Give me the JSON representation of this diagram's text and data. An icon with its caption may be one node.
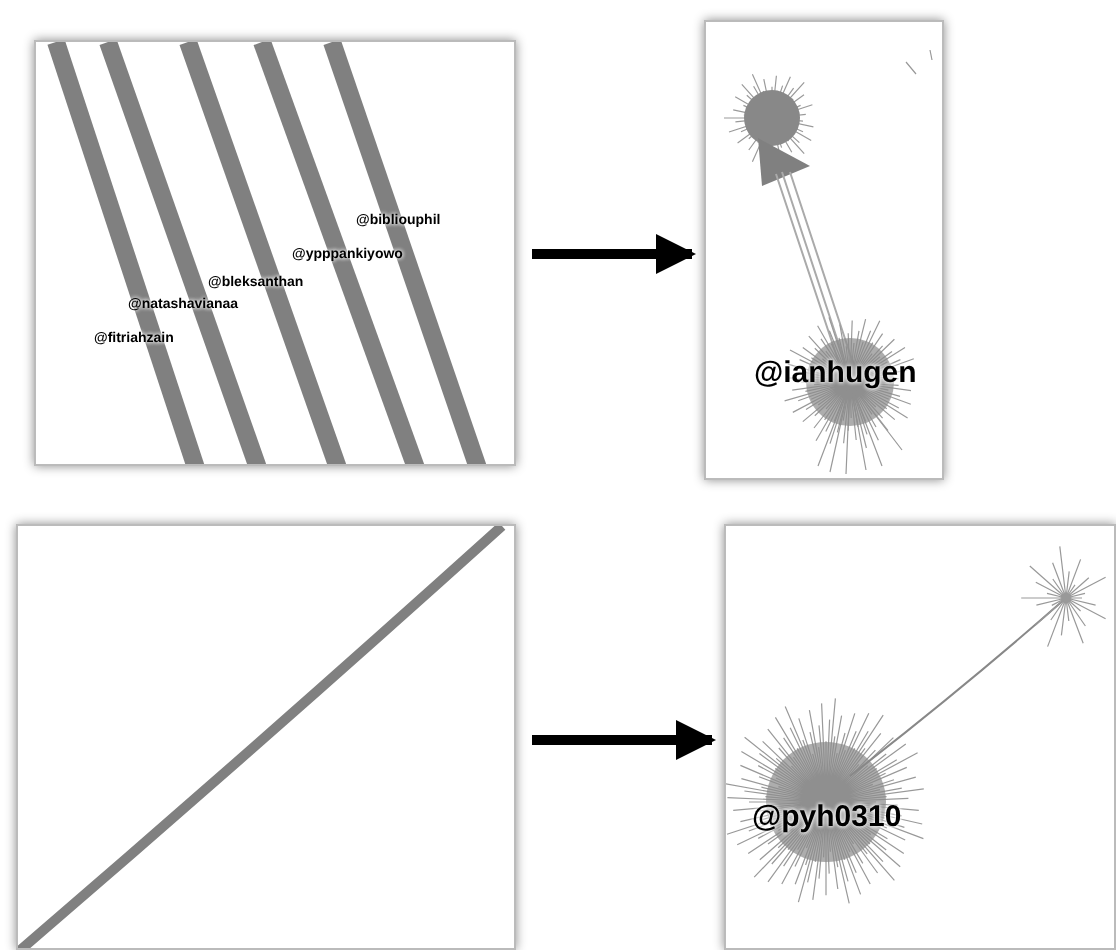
{
  "diagram": {
    "nodes": [
      {
        "text": [
          "@bibliouphil",
          "@bleksanthan",
          "@ypppankiyowo",
          "@natashavianaa",
          "@fitriahzain"
        ]
      },
      {
        "text": [
          "@ianhugen"
        ]
      },
      {
        "text": [],
        "shape": "box"
      },
      {
        "text": [
          "@pyh0310"
        ]
      }
    ],
    "edges": [
      {
        "from": 0,
        "to": 1,
        "arrow": "to"
      },
      {
        "from": 2,
        "to": 3,
        "arrow": "to"
      }
    ]
  }
}
